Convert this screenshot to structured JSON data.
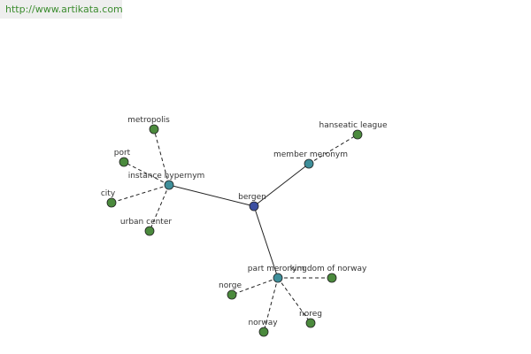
{
  "site_url": "http://www.artikata.com",
  "colors": {
    "center_node": "#3c4fa0",
    "relation_node": "#3f8f9a",
    "leaf_node": "#4b8a3d",
    "edge": "#222222",
    "url_text": "#3c8c2f",
    "url_background": "#eeeeee"
  },
  "graph": {
    "center": {
      "id": "bergen",
      "label": "bergen"
    },
    "relations": [
      {
        "id": "instance_hypernym",
        "label": "instance hypernym",
        "terms": [
          "metropolis",
          "port",
          "city",
          "urban center"
        ]
      },
      {
        "id": "member_meronym",
        "label": "member meronym",
        "terms": [
          "hanseatic league"
        ]
      },
      {
        "id": "part_meronym",
        "label": "part meronym",
        "terms": [
          "kingdom of norway",
          "norge",
          "norway",
          "noreg"
        ]
      }
    ]
  }
}
